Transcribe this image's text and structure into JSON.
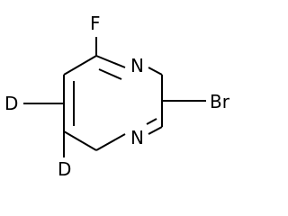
{
  "molecule": {
    "atoms": {
      "fluorine": "F",
      "nitrogen_top": "N",
      "nitrogen_bottom": "N",
      "bromine": "Br",
      "deuterium_left": "D",
      "deuterium_bottom": "D"
    },
    "colors": {
      "bond": "#000000",
      "label": "#000000",
      "background": "#ffffff"
    }
  }
}
